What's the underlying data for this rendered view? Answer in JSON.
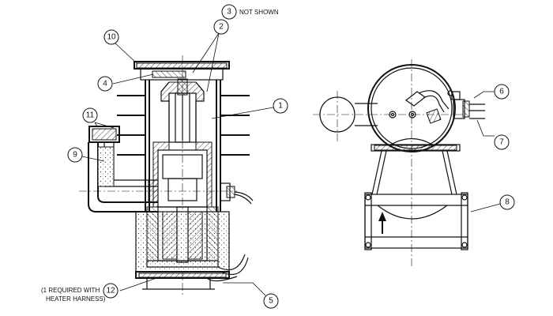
{
  "callouts": {
    "c1": "1",
    "c2": "2",
    "c3": "3",
    "c4": "4",
    "c5": "5",
    "c6": "6",
    "c7": "7",
    "c8": "8",
    "c9": "9",
    "c10": "10",
    "c11": "11",
    "c12": "12"
  },
  "notes": {
    "not_shown": "NOT SHOWN",
    "required_line1": "(1 REQUIRED WITH",
    "required_line2": "HEATER HARNESS)"
  }
}
